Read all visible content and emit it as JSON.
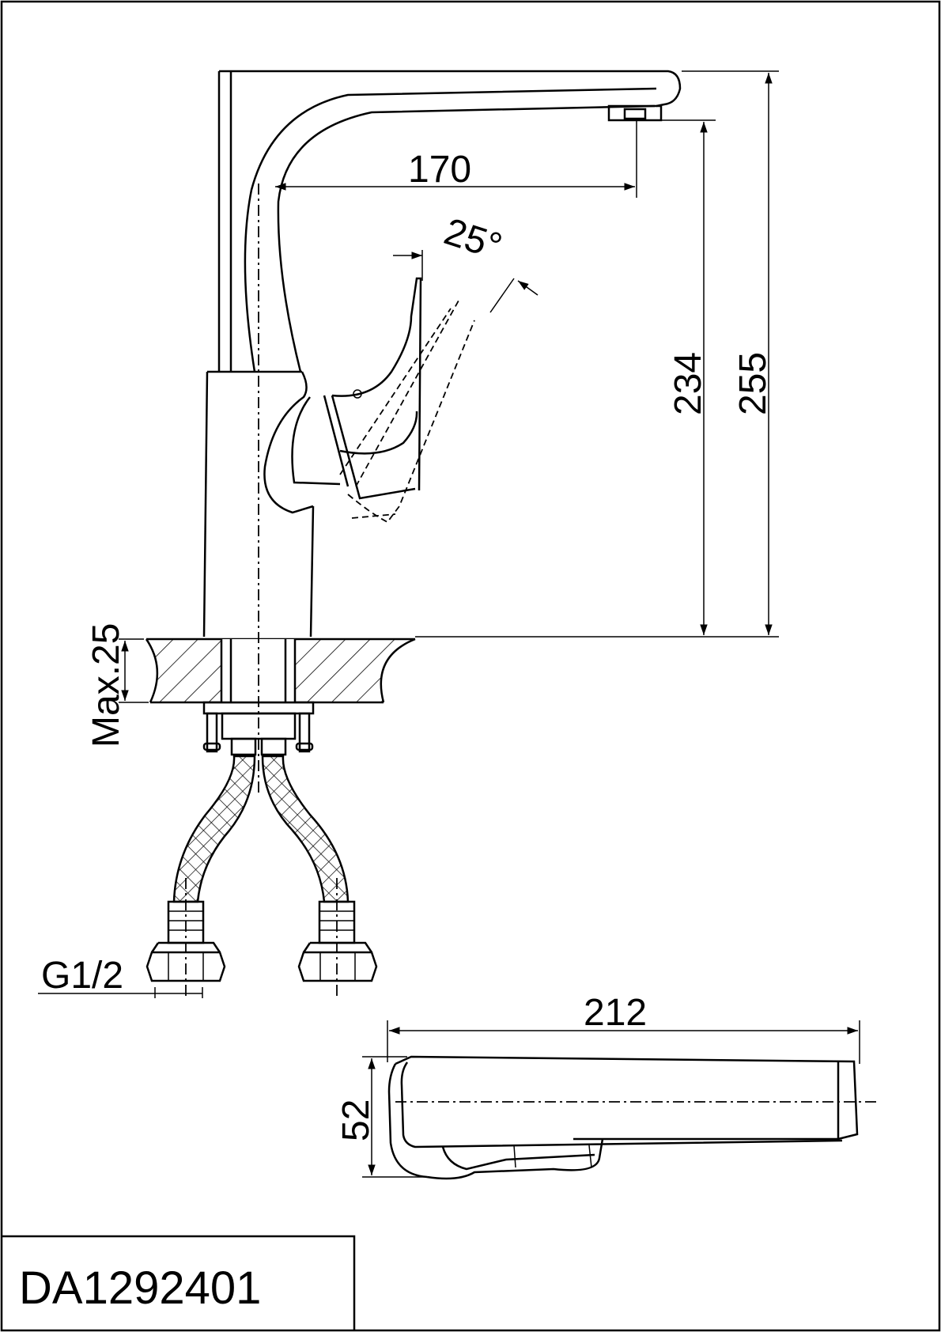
{
  "dimensions": {
    "reach": "170",
    "lever_angle": "25°",
    "spout_height": "234",
    "total_height": "255",
    "max_counter_thickness": "Max.25",
    "connection_thread": "G1/2",
    "top_view_length": "212",
    "top_view_width": "52"
  },
  "product_code": "DA1292401"
}
